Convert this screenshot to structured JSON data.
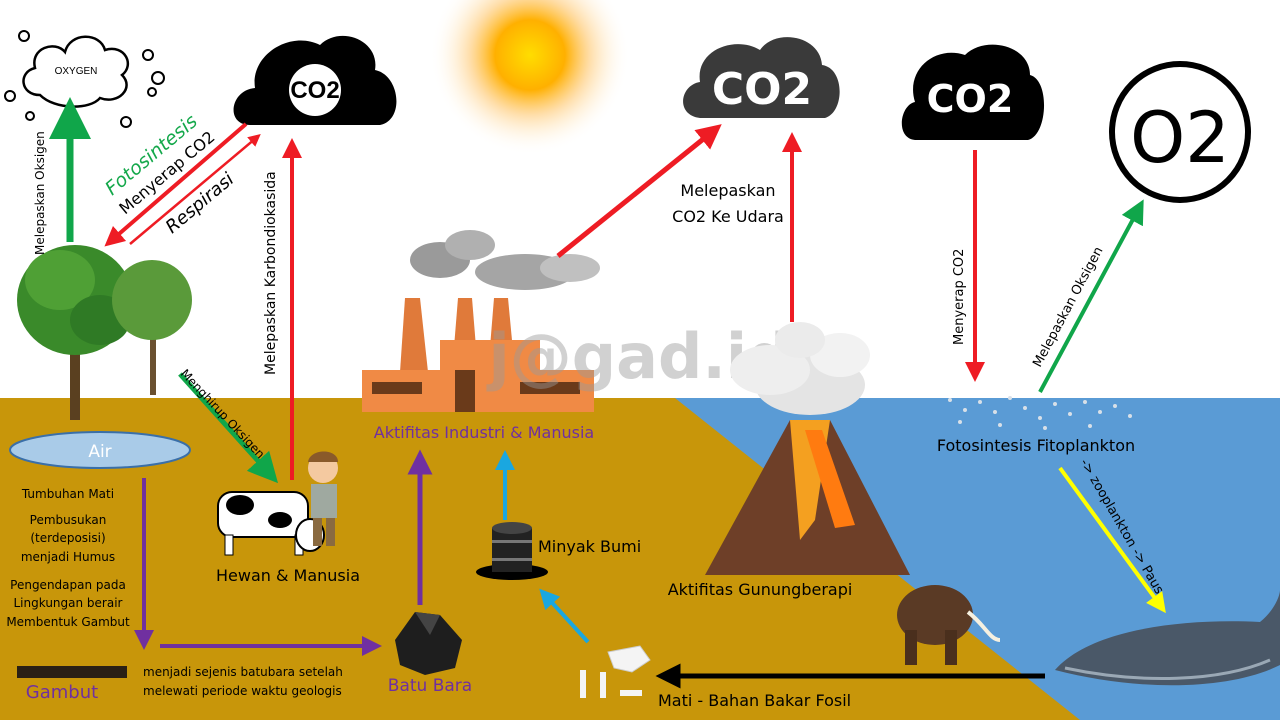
{
  "colors": {
    "ground": "#c8960a",
    "ocean": "#5a9bd5",
    "green_arrow": "#10a64a",
    "red_arrow": "#ee1c24",
    "purple_arrow": "#7030a0",
    "cyan_arrow": "#1aa7e0",
    "yellow_arrow": "#ffff00",
    "purple_text": "#7030a0",
    "green_text": "#14a84b"
  },
  "clouds": {
    "oxygen": "OXYGEN",
    "co2_left": "CO2",
    "co2_center": "CO2",
    "co2_right": "CO2",
    "o2": "O2"
  },
  "labels": {
    "fotosintesis": "Fotosintesis",
    "menyerap_co2_left": "Menyerap CO2",
    "respirasi": "Respirasi",
    "melepaskan_oksigen_left": "Melepaskan Oksigen",
    "melepaskan_karbondiokasida": "Melepaskan Karbondiokasida",
    "menghirup_oksigen": "Menghirup Oksigen",
    "air": "Air",
    "tumbuhan_mati": "Tumbuhan Mati",
    "pembusukan_1": "Pembusukan",
    "pembusukan_2": "(terdeposisi)",
    "pembusukan_3": "menjadi Humus",
    "pengendapan_1": "Pengendapan pada",
    "pengendapan_2": "Lingkungan berair",
    "pengendapan_3": "Membentuk Gambut",
    "gambut": "Gambut",
    "batubara_1": "menjadi sejenis batubara setelah",
    "batubara_2": "melewati periode waktu geologis",
    "batu_bara": "Batu Bara",
    "hewan_manusia": "Hewan & Manusia",
    "aktifitas_industri": "Aktifitas Industri & Manusia",
    "minyak_bumi": "Minyak Bumi",
    "melepaskan_co2_1": "Melepaskan",
    "melepaskan_co2_2": "CO2 Ke Udara",
    "aktifitas_gunung": "Aktifitas Gunungberapi",
    "menyerap_co2_right": "Menyerap CO2",
    "melepaskan_oksigen_right": "Melepaskan Oksigen",
    "fotosintesis_fitoplankton": "Fotosintesis Fitoplankton",
    "zooplankton": "-> zooplankton -> Paus",
    "mati_bahan_bakar": "Mati - Bahan Bakar Fosil",
    "watermark": "j@gad.id"
  }
}
